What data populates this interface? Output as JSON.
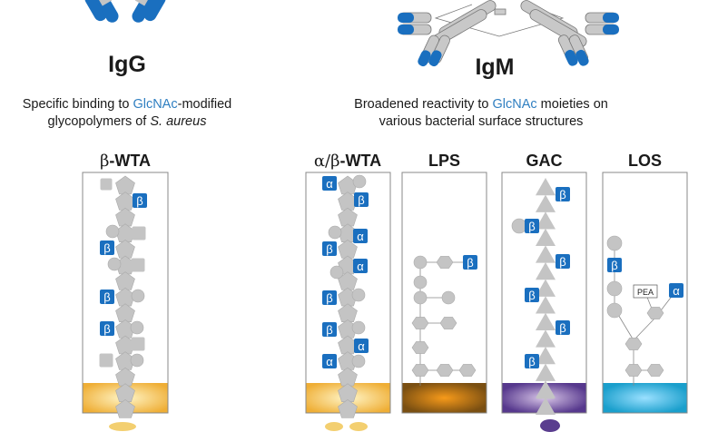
{
  "igg": {
    "title": "IgG",
    "desc_pre": "Specific binding to ",
    "desc_hl": "GlcNAc",
    "desc_post": "-modified",
    "desc_line2_pre": "glycopolymers of ",
    "desc_line2_italic": "S. aureus"
  },
  "igm": {
    "title": "IgM",
    "desc_pre": "Broadened reactivity to ",
    "desc_hl": "GlcNAc",
    "desc_post": " moieties on",
    "desc_line2": "various bacterial surface structures"
  },
  "panels": [
    {
      "greek": "β",
      "name": "-WTA",
      "base_color": "#f0b43c"
    },
    {
      "greek": "α/β",
      "name": "-WTA",
      "base_color": "#f0b43c"
    },
    {
      "greek": "",
      "name": "LPS",
      "base_color": "#8a5a14"
    },
    {
      "greek": "",
      "name": "GAC",
      "base_color": "#5a3d8f"
    },
    {
      "greek": "",
      "name": "LOS",
      "base_color": "#1ea3cf"
    }
  ],
  "labels": {
    "alpha": "α",
    "beta": "β",
    "pea": "PEA"
  },
  "colors": {
    "accent_blue": "#1a6fbf",
    "glycan_gray": "#c4c4c4",
    "highlight_text": "#2f7fc1"
  }
}
